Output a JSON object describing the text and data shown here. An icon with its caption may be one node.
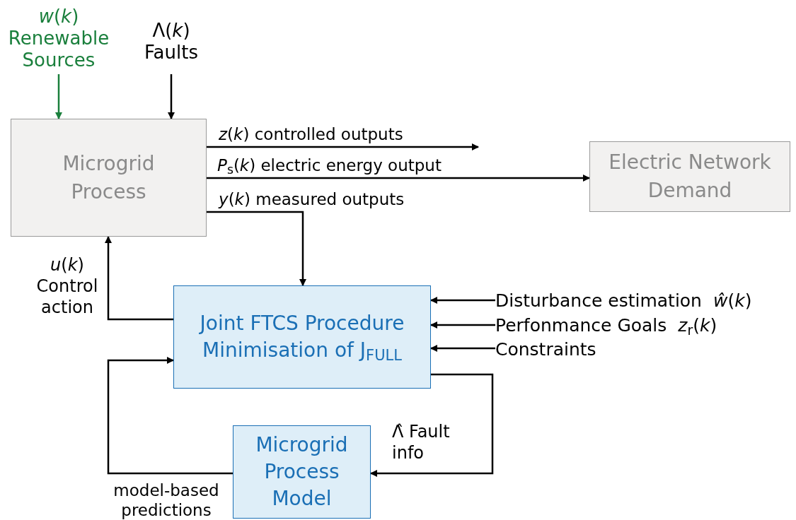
{
  "diagram": {
    "nodes": [
      {
        "text": [
          "Microgrid Process"
        ]
      },
      {
        "text": [
          "Electric Network Demand"
        ]
      },
      {
        "text": [
          "Joint FTCS Procedure Minimisation of J$_{FULL}$"
        ]
      },
      {
        "text": [
          "Microgrid Process Model"
        ]
      },
      {
        "text": [
          "*w*(*k*)",
          "Renewable Sources"
        ]
      },
      {
        "text": [
          "Λ(*k*)",
          "Faults"
        ]
      },
      {
        "text": [
          "Disturbance estimation",
          "*ŵ*(*k*)"
        ]
      },
      {
        "text": [
          "Perfonmance Goals",
          "*z*$_{r}$(*k*)"
        ]
      },
      {
        "text": [
          "Constraints"
        ]
      }
    ],
    "edges": [
      {
        "from": 4,
        "to": 0,
        "arrow": "to",
        "color": "#1a7f3c"
      },
      {
        "from": 5,
        "to": 0,
        "arrow": "to"
      },
      {
        "from": 0,
        "to": null,
        "arrow": "to",
        "label": "*z*(*k*) controlled outputs"
      },
      {
        "from": 0,
        "to": 1,
        "arrow": "to",
        "label": "*P*$_{s}$(*k*) electric energy output"
      },
      {
        "from": 0,
        "to": 2,
        "arrow": "to",
        "label": "*y*(*k*) measured outputs"
      },
      {
        "from": 2,
        "to": 0,
        "arrow": "to",
        "label": "*u*(*k*) Control action"
      },
      {
        "from": 6,
        "to": 2,
        "arrow": "to"
      },
      {
        "from": 7,
        "to": 2,
        "arrow": "to"
      },
      {
        "from": 8,
        "to": 2,
        "arrow": "to"
      },
      {
        "from": 2,
        "to": 3,
        "arrow": "to",
        "label": "Λ̂ Fault info"
      },
      {
        "from": 3,
        "to": 2,
        "arrow": "to",
        "label": "model-based predictions"
      }
    ]
  }
}
